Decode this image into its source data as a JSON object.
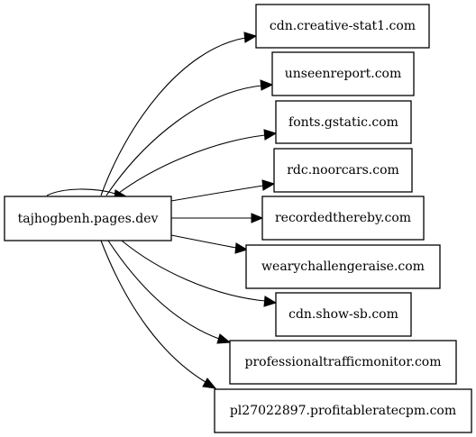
{
  "graph": {
    "source": {
      "id": "src",
      "label": "tajhogbenh.pages.dev"
    },
    "targets": [
      {
        "id": "t0",
        "label": "cdn.creative-stat1.com"
      },
      {
        "id": "t1",
        "label": "unseenreport.com"
      },
      {
        "id": "t2",
        "label": "fonts.gstatic.com"
      },
      {
        "id": "t3",
        "label": "rdc.noorcars.com"
      },
      {
        "id": "t4",
        "label": "recordedthereby.com"
      },
      {
        "id": "t5",
        "label": "wearychallengeraise.com"
      },
      {
        "id": "t6",
        "label": "cdn.show-sb.com"
      },
      {
        "id": "t7",
        "label": "professionaltrafficmonitor.com"
      },
      {
        "id": "t8",
        "label": "pl27022897.profitableratecpm.com"
      }
    ],
    "edges": [
      {
        "from": "src",
        "to": "src"
      },
      {
        "from": "src",
        "to": "t0"
      },
      {
        "from": "src",
        "to": "t1"
      },
      {
        "from": "src",
        "to": "t2"
      },
      {
        "from": "src",
        "to": "t3"
      },
      {
        "from": "src",
        "to": "t4"
      },
      {
        "from": "src",
        "to": "t5"
      },
      {
        "from": "src",
        "to": "t6"
      },
      {
        "from": "src",
        "to": "t7"
      },
      {
        "from": "src",
        "to": "t8"
      }
    ]
  }
}
